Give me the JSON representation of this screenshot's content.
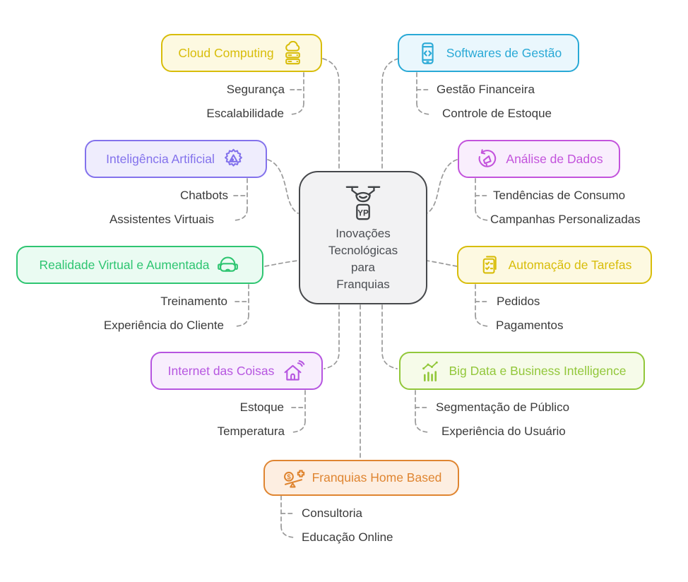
{
  "central": {
    "icon": "drone-icon",
    "icon_badge": "YP",
    "lines": [
      "Inovações",
      "Tecnológicas",
      "para",
      "Franquias"
    ]
  },
  "branches": [
    {
      "id": "cloud-computing",
      "label": "Cloud Computing",
      "icon": "cloud-server-icon",
      "color": "#d8bd0a",
      "bg": "#fdf9e1",
      "children": [
        "Segurança",
        "Escalabilidade"
      ]
    },
    {
      "id": "softwares-de-gestao",
      "label": "Softwares de Gestão",
      "icon": "mobile-app-code-icon",
      "color": "#29a9d6",
      "bg": "#eaf7fd",
      "children": [
        "Gestão Financeira",
        "Controle de Estoque"
      ]
    },
    {
      "id": "inteligencia-artificial",
      "label": "Inteligência Artificial",
      "icon": "ai-gear-icon",
      "color": "#8372ec",
      "bg": "#efedfd",
      "children": [
        "Chatbots",
        "Assistentes Virtuais"
      ]
    },
    {
      "id": "analise-de-dados",
      "label": "Análise de Dados",
      "icon": "data-cycle-megaphone-icon",
      "color": "#c353dc",
      "bg": "#f9eefd",
      "children": [
        "Tendências de Consumo",
        "Campanhas Personalizadas"
      ]
    },
    {
      "id": "realidade-virtual-e-aumentada",
      "label": "Realidade Virtual e Aumentada",
      "icon": "vr-headset-icon",
      "color": "#2ec571",
      "bg": "#eafbf2",
      "children": [
        "Treinamento",
        "Experiência do Cliente"
      ]
    },
    {
      "id": "automacao-de-tarefas",
      "label": "Automação de Tarefas",
      "icon": "task-checklist-icon",
      "color": "#d8bd0a",
      "bg": "#fdf9e1",
      "children": [
        "Pedidos",
        "Pagamentos"
      ]
    },
    {
      "id": "internet-das-coisas",
      "label": "Internet das Coisas",
      "icon": "smart-home-wifi-icon",
      "color": "#b655e0",
      "bg": "#f8eefd",
      "children": [
        "Estoque",
        "Temperatura"
      ]
    },
    {
      "id": "big-data-e-business-intelligence",
      "label": "Big Data e Business Intelligence",
      "icon": "bar-chart-trend-icon",
      "color": "#92c73a",
      "bg": "#f6fbe9",
      "children": [
        "Segmentação de Público",
        "Experiência do Usuário"
      ]
    },
    {
      "id": "franquias-home-based",
      "label": "Franquias Home Based",
      "icon": "coin-balance-icon",
      "color": "#df8531",
      "bg": "#fdeee1",
      "children": [
        "Consultoria",
        "Educação Online"
      ]
    }
  ]
}
